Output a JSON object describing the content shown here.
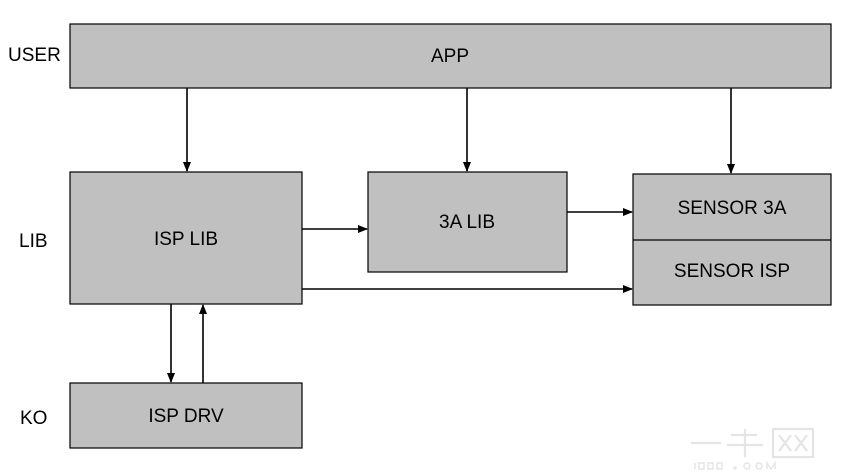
{
  "layers": {
    "user": "USER",
    "lib": "LIB",
    "ko": "KO"
  },
  "boxes": {
    "app": "APP",
    "isp_lib": "ISP LIB",
    "three_a_lib": "3A LIB",
    "sensor_3a": "SENSOR 3A",
    "sensor_isp": "SENSOR ISP",
    "isp_drv": "ISP DRV"
  },
  "colors": {
    "box_fill": "#c0c0c0",
    "stroke": "#000000",
    "background": "#ffffff"
  },
  "edges": [
    {
      "from": "APP",
      "to": "ISP LIB"
    },
    {
      "from": "APP",
      "to": "3A LIB"
    },
    {
      "from": "APP",
      "to": "SENSOR 3A"
    },
    {
      "from": "ISP LIB",
      "to": "3A LIB"
    },
    {
      "from": "3A LIB",
      "to": "SENSOR 3A"
    },
    {
      "from": "ISP LIB",
      "to": "SENSOR ISP"
    },
    {
      "from": "ISP LIB",
      "to": "ISP DRV"
    },
    {
      "from": "ISP DRV",
      "to": "ISP LIB"
    }
  ]
}
